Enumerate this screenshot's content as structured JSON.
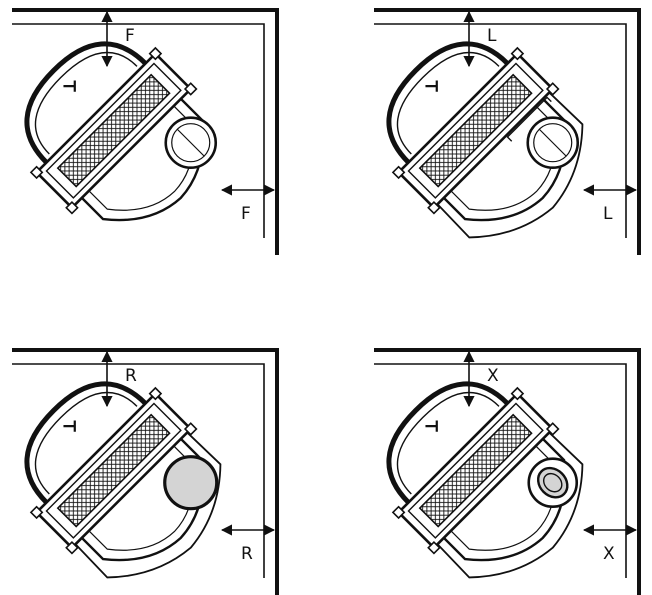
{
  "panels": [
    {
      "id": "top-left",
      "top_label": "F",
      "side_label": "F",
      "flue": "open-spigot"
    },
    {
      "id": "top-right",
      "top_label": "L",
      "side_label": "L",
      "flue": "open-spigot-with-bracket"
    },
    {
      "id": "bottom-left",
      "top_label": "R",
      "side_label": "R",
      "flue": "solid-grey-disc"
    },
    {
      "id": "bottom-right",
      "top_label": "X",
      "side_label": "X",
      "flue": "concentric-oval"
    }
  ],
  "colors": {
    "ink": "#111111",
    "disc_fill": "#d4d4d4",
    "background": "#ffffff"
  }
}
